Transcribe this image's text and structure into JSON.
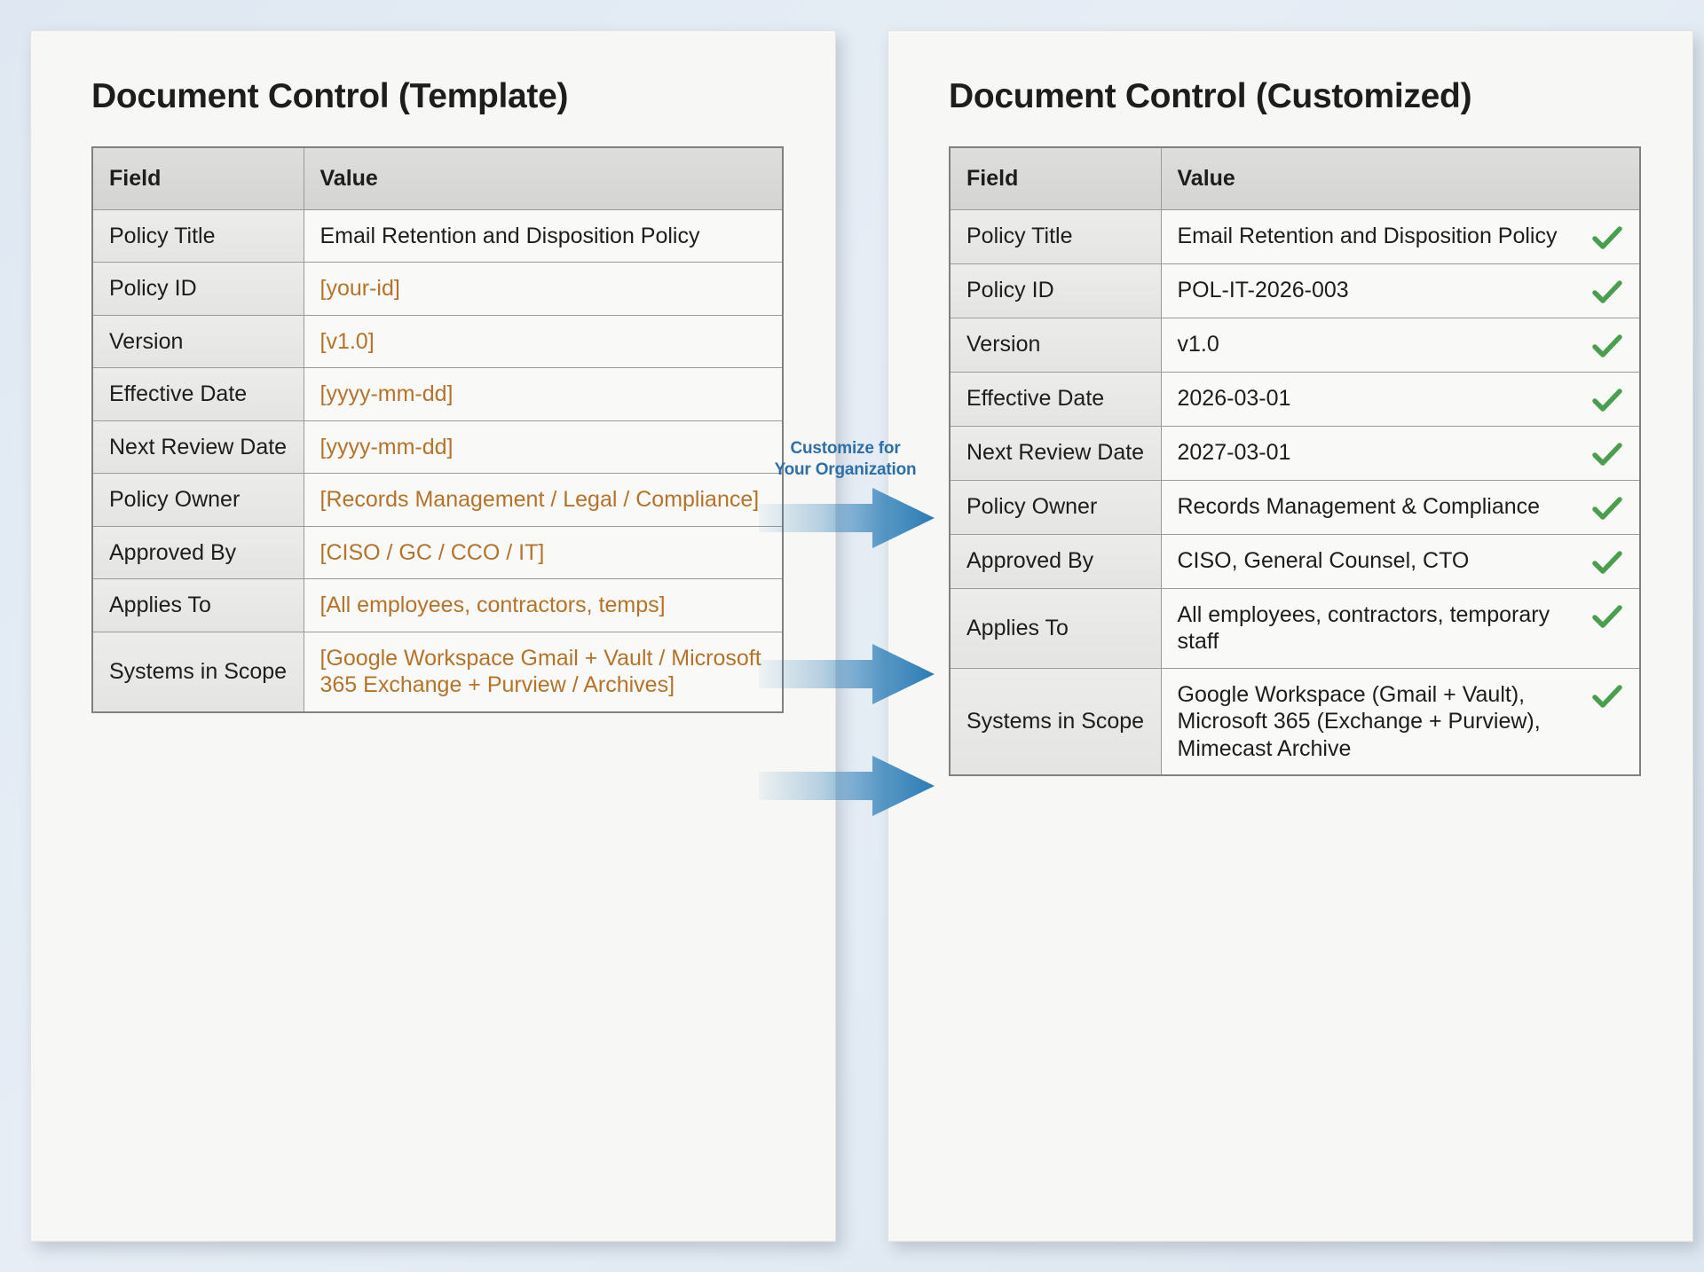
{
  "background": {
    "page_bg": "#dfe8f2",
    "card_bg": "#f7f7f5"
  },
  "colors": {
    "placeholder_orange": "#b5732a",
    "check_green": "#4a9e4f",
    "arrow_blue": "#2f7fb8",
    "label_blue": "#2f6fa8",
    "text_black": "#1d1d1b",
    "header_grey": "#d8d8d6"
  },
  "left_panel": {
    "title": "Document Control (Template)",
    "columns": [
      "Field",
      "Value"
    ],
    "rows": [
      {
        "field": "Policy Title",
        "value": "Email Retention and Disposition Policy",
        "placeholder": false
      },
      {
        "field": "Policy ID",
        "value": "[your-id]",
        "placeholder": true
      },
      {
        "field": "Version",
        "value": "[v1.0]",
        "placeholder": true
      },
      {
        "field": "Effective Date",
        "value": "[yyyy-mm-dd]",
        "placeholder": true
      },
      {
        "field": "Next Review Date",
        "value": "[yyyy-mm-dd]",
        "placeholder": true
      },
      {
        "field": "Policy Owner",
        "value": "[Records Management / Legal / Compliance]",
        "placeholder": true
      },
      {
        "field": "Approved By",
        "value": "[CISO / GC / CCO / IT]",
        "placeholder": true
      },
      {
        "field": "Applies To",
        "value": "[All employees, contractors, temps]",
        "placeholder": true
      },
      {
        "field": "Systems in Scope",
        "value": "[Google Workspace Gmail + Vault / Microsoft 365 Exchange + Purview / Archives]",
        "placeholder": true
      }
    ]
  },
  "connector": {
    "label_line1": "Customize for",
    "label_line2": "Your Organization",
    "arrow_count": 3,
    "icon": "right-arrow"
  },
  "right_panel": {
    "title": "Document Control (Customized)",
    "columns": [
      "Field",
      "Value"
    ],
    "rows": [
      {
        "field": "Policy Title",
        "value": "Email Retention and Disposition Policy",
        "checked": true
      },
      {
        "field": "Policy ID",
        "value": "POL-IT-2026-003",
        "checked": true
      },
      {
        "field": "Version",
        "value": "v1.0",
        "checked": true
      },
      {
        "field": "Effective Date",
        "value": "2026-03-01",
        "checked": true
      },
      {
        "field": "Next Review Date",
        "value": "2027-03-01",
        "checked": true
      },
      {
        "field": "Policy Owner",
        "value": "Records Management & Compliance",
        "checked": true
      },
      {
        "field": "Approved By",
        "value": "CISO, General Counsel, CTO",
        "checked": true
      },
      {
        "field": "Applies To",
        "value": "All employees, contractors, temporary staff",
        "checked": true
      },
      {
        "field": "Systems in Scope",
        "value": "Google Workspace (Gmail + Vault), Microsoft 365 (Exchange + Purview), Mimecast Archive",
        "checked": true
      }
    ]
  }
}
